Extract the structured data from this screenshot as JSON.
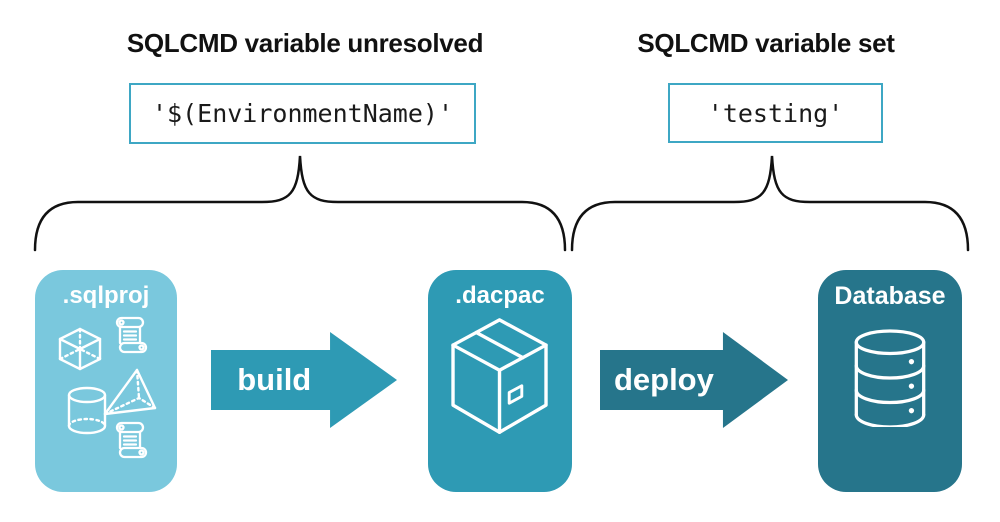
{
  "annotations": {
    "left": {
      "title": "SQLCMD variable unresolved",
      "code": "'$(EnvironmentName)'"
    },
    "right": {
      "title": "SQLCMD variable set",
      "code": "'testing'"
    }
  },
  "pipeline": {
    "nodes": [
      {
        "id": "sqlproj",
        "label": ".sqlproj",
        "icons": [
          "script-icon",
          "cube-icon",
          "pyramid-icon",
          "cylinder-icon",
          "script-icon"
        ],
        "color": "#7AC8DD"
      },
      {
        "id": "dacpac",
        "label": ".dacpac",
        "icons": [
          "package-icon"
        ],
        "color": "#2E9AB4"
      },
      {
        "id": "database",
        "label": "Database",
        "icons": [
          "database-icon"
        ],
        "color": "#26758B"
      }
    ],
    "arrows": [
      {
        "label": "build",
        "color": "#2E9AB4"
      },
      {
        "label": "deploy",
        "color": "#26758B"
      }
    ]
  },
  "colors": {
    "background": "#ffffff",
    "heading_text": "#111111",
    "code_text": "#1a1a1a",
    "code_box_border": "#3EA7C4",
    "brace_stroke": "#111111",
    "icon_stroke": "#ffffff"
  }
}
